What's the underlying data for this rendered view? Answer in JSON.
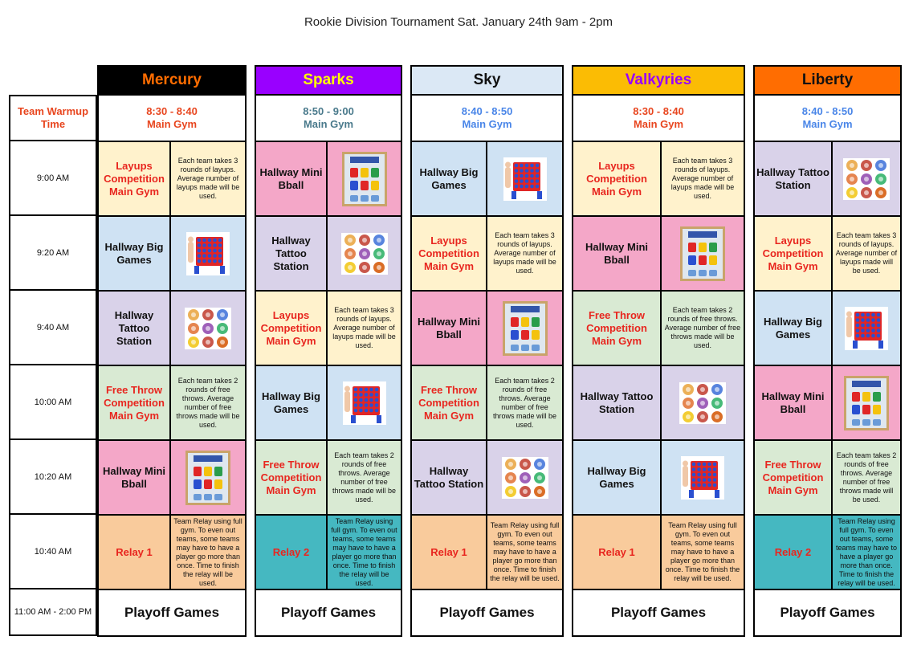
{
  "title": "Rookie Division Tournament Sat. January 24th 9am - 2pm",
  "times": {
    "warmup": "Team Warmup Time",
    "slots": [
      "9:00 AM",
      "9:20 AM",
      "9:40 AM",
      "10:00 AM",
      "10:20 AM",
      "10:40 AM"
    ],
    "last": "11:00 AM - 2:00 PM"
  },
  "colors": {
    "mercury": "#000000",
    "sparks": "#9900ff",
    "sky": "#dbe8f5",
    "valkyries": "#fbbc04",
    "liberty": "#ff6d01"
  },
  "teams": [
    {
      "name": "Mercury",
      "warmup_time": "8:30 - 8:40",
      "warmup_place": "Main Gym",
      "rows": [
        {
          "act": "Layups Competition Main Gym",
          "desc": "Each team takes 3 rounds of layups. Average number of layups made will be used."
        },
        {
          "act": "Hallway Big Games",
          "icon": "connect-four-image"
        },
        {
          "act": "Hallway Tattoo Station",
          "icon": "tattoo-image"
        },
        {
          "act": "Free Throw Competition Main Gym",
          "desc": "Each team takes 2 rounds of free throws. Average number of free throws made will be used."
        },
        {
          "act": "Hallway Mini Bball",
          "icon": "mini-basketball-image"
        },
        {
          "act": "Relay 1",
          "desc": "Team Relay using full gym. To even out teams, some teams may have to have a player go more than once.  Time to finish the relay will be used."
        }
      ],
      "playoff": "Playoff Games"
    },
    {
      "name": "Sparks",
      "warmup_time": "8:50 - 9:00",
      "warmup_place": "Main Gym",
      "rows": [
        {
          "act": "Hallway Mini Bball",
          "icon": "mini-basketball-image"
        },
        {
          "act": "Hallway Tattoo Station",
          "icon": "tattoo-image"
        },
        {
          "act": "Layups Competition Main Gym",
          "desc": "Each team takes 3 rounds of layups. Average number of layups made will be used."
        },
        {
          "act": "Hallway Big Games",
          "icon": "connect-four-image"
        },
        {
          "act": "Free Throw Competition Main Gym",
          "desc": "Each team takes 2 rounds of free throws. Average number of free throws made will be used."
        },
        {
          "act": "Relay 2",
          "desc": "Team Relay using full gym. To even out teams, some teams may have to have a player go more than once.  Time to finish the relay will be used."
        }
      ],
      "playoff": "Playoff Games"
    },
    {
      "name": "Sky",
      "warmup_time": "8:40 - 8:50",
      "warmup_place": "Main Gym",
      "rows": [
        {
          "act": "Hallway Big Games",
          "icon": "connect-four-image"
        },
        {
          "act": "Layups Competition Main Gym",
          "desc": "Each team takes 3 rounds of layups. Average number of layups made will be used."
        },
        {
          "act": "Hallway Mini Bball",
          "icon": "mini-basketball-image"
        },
        {
          "act": "Free Throw Competition Main Gym",
          "desc": "Each team takes 2 rounds of free throws. Average number of free throws made will be used."
        },
        {
          "act": "Hallway Tattoo Station",
          "icon": "tattoo-image"
        },
        {
          "act": "Relay 1",
          "desc": "Team Relay using full gym. To even out teams, some teams may have to have a player go more than once.  Time to finish the relay will be used."
        }
      ],
      "playoff": "Playoff Games"
    },
    {
      "name": "Valkyries",
      "warmup_time": "8:30 - 8:40",
      "warmup_place": "Main Gym",
      "rows": [
        {
          "act": "Layups Competition Main Gym",
          "desc": "Each team takes 3 rounds of layups. Average number of layups made will be used."
        },
        {
          "act": "Hallway Mini Bball",
          "icon": "mini-basketball-image"
        },
        {
          "act": "Free Throw Competition Main Gym",
          "desc": "Each team takes 2 rounds of free throws. Average number of free throws made will be used."
        },
        {
          "act": "Hallway Tattoo Station",
          "icon": "tattoo-image"
        },
        {
          "act": "Hallway Big Games",
          "icon": "connect-four-image"
        },
        {
          "act": "Relay 1",
          "desc": "Team Relay using full gym. To even out teams, some teams may have to have a player go more than once.  Time to finish the relay will be used."
        }
      ],
      "playoff": "Playoff Games"
    },
    {
      "name": "Liberty",
      "warmup_time": "8:40 - 8:50",
      "warmup_place": "Main Gym",
      "rows": [
        {
          "act": "Hallway Tattoo Station",
          "icon": "tattoo-image"
        },
        {
          "act": "Layups Competition Main Gym",
          "desc": "Each team takes 3 rounds of layups. Average number of layups made will be used."
        },
        {
          "act": "Hallway Big Games",
          "icon": "connect-four-image"
        },
        {
          "act": "Hallway Mini Bball",
          "icon": "mini-basketball-image"
        },
        {
          "act": "Free Throw Competition Main Gym",
          "desc": "Each team takes 2 rounds of free throws.  Average number of free throws made will be used."
        },
        {
          "act": "Relay 2",
          "desc": "Team Relay using full gym. To even out teams, some teams may have to have a player go more than once.  Time to finish the relay will be used."
        }
      ],
      "playoff": "Playoff Games"
    }
  ]
}
